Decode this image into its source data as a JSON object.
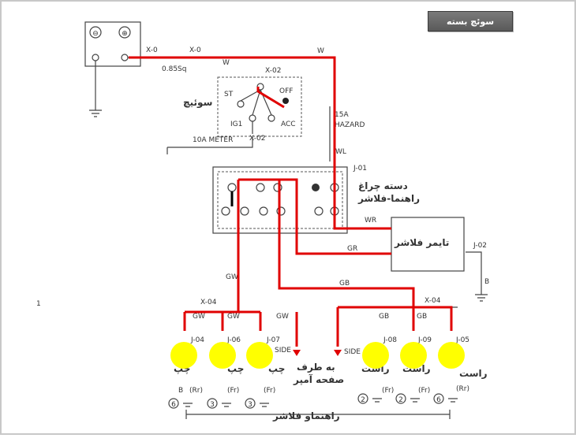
{
  "title": "سوئچ بسته",
  "battery": {
    "minus": "⊖",
    "plus": "⊕"
  },
  "labels": {
    "x0a": "X-0",
    "x0b": "X-0",
    "wire_085": "0.85Sq",
    "w1": "W",
    "w2": "W",
    "x02a": "X-02",
    "x02b": "X-02",
    "st": "ST",
    "off": "OFF",
    "ig1": "IG1",
    "acc": "ACC",
    "switch_fa": "سوئیچ",
    "meter": "10A METER",
    "fuse15": "15A",
    "hazard": "HAZARD",
    "wl": "WL",
    "j01": "J-01",
    "lamp_fa1": "دسته چراغ",
    "lamp_fa2": "راهنما-فلاشر",
    "wr": "WR",
    "gr": "GR",
    "flasher_fa": "تایمر فلاشر",
    "j02": "J-02",
    "b1": "B",
    "gw1": "GW",
    "gb1": "GB",
    "x04a": "X-04",
    "x04b": "X-04",
    "gw2": "GW",
    "gw3": "GW",
    "gw4": "GW",
    "gb2": "GB",
    "gb3": "GB",
    "j04": "J-04",
    "j06": "J-06",
    "j07": "J-07",
    "j08": "J-08",
    "j09": "J-09",
    "j05": "J-05",
    "side1": "SIDE",
    "side2": "SIDE",
    "left1": "چپ",
    "left2": "چپ",
    "left3": "چپ",
    "right1": "راست",
    "right2": "راست",
    "right3": "راست",
    "amp_fa1": "به طرف",
    "amp_fa2": "صفحه آمپر",
    "b2": "B",
    "fr1": "(Fr)",
    "fr2": "(Fr)",
    "fr3": "(Fr)",
    "fr4": "(Fr)",
    "rr1": "(Rr)",
    "rr2": "(Rr)",
    "n6a": "6",
    "n3a": "3",
    "n3b": "3",
    "n2a": "2",
    "n2b": "2",
    "n6b": "6",
    "bottom_fa": "راهنماو فلاشر",
    "one": "1"
  },
  "colors": {
    "wire_active": "#e00000",
    "lamp": "#ffff00",
    "drawing": "#444444"
  }
}
